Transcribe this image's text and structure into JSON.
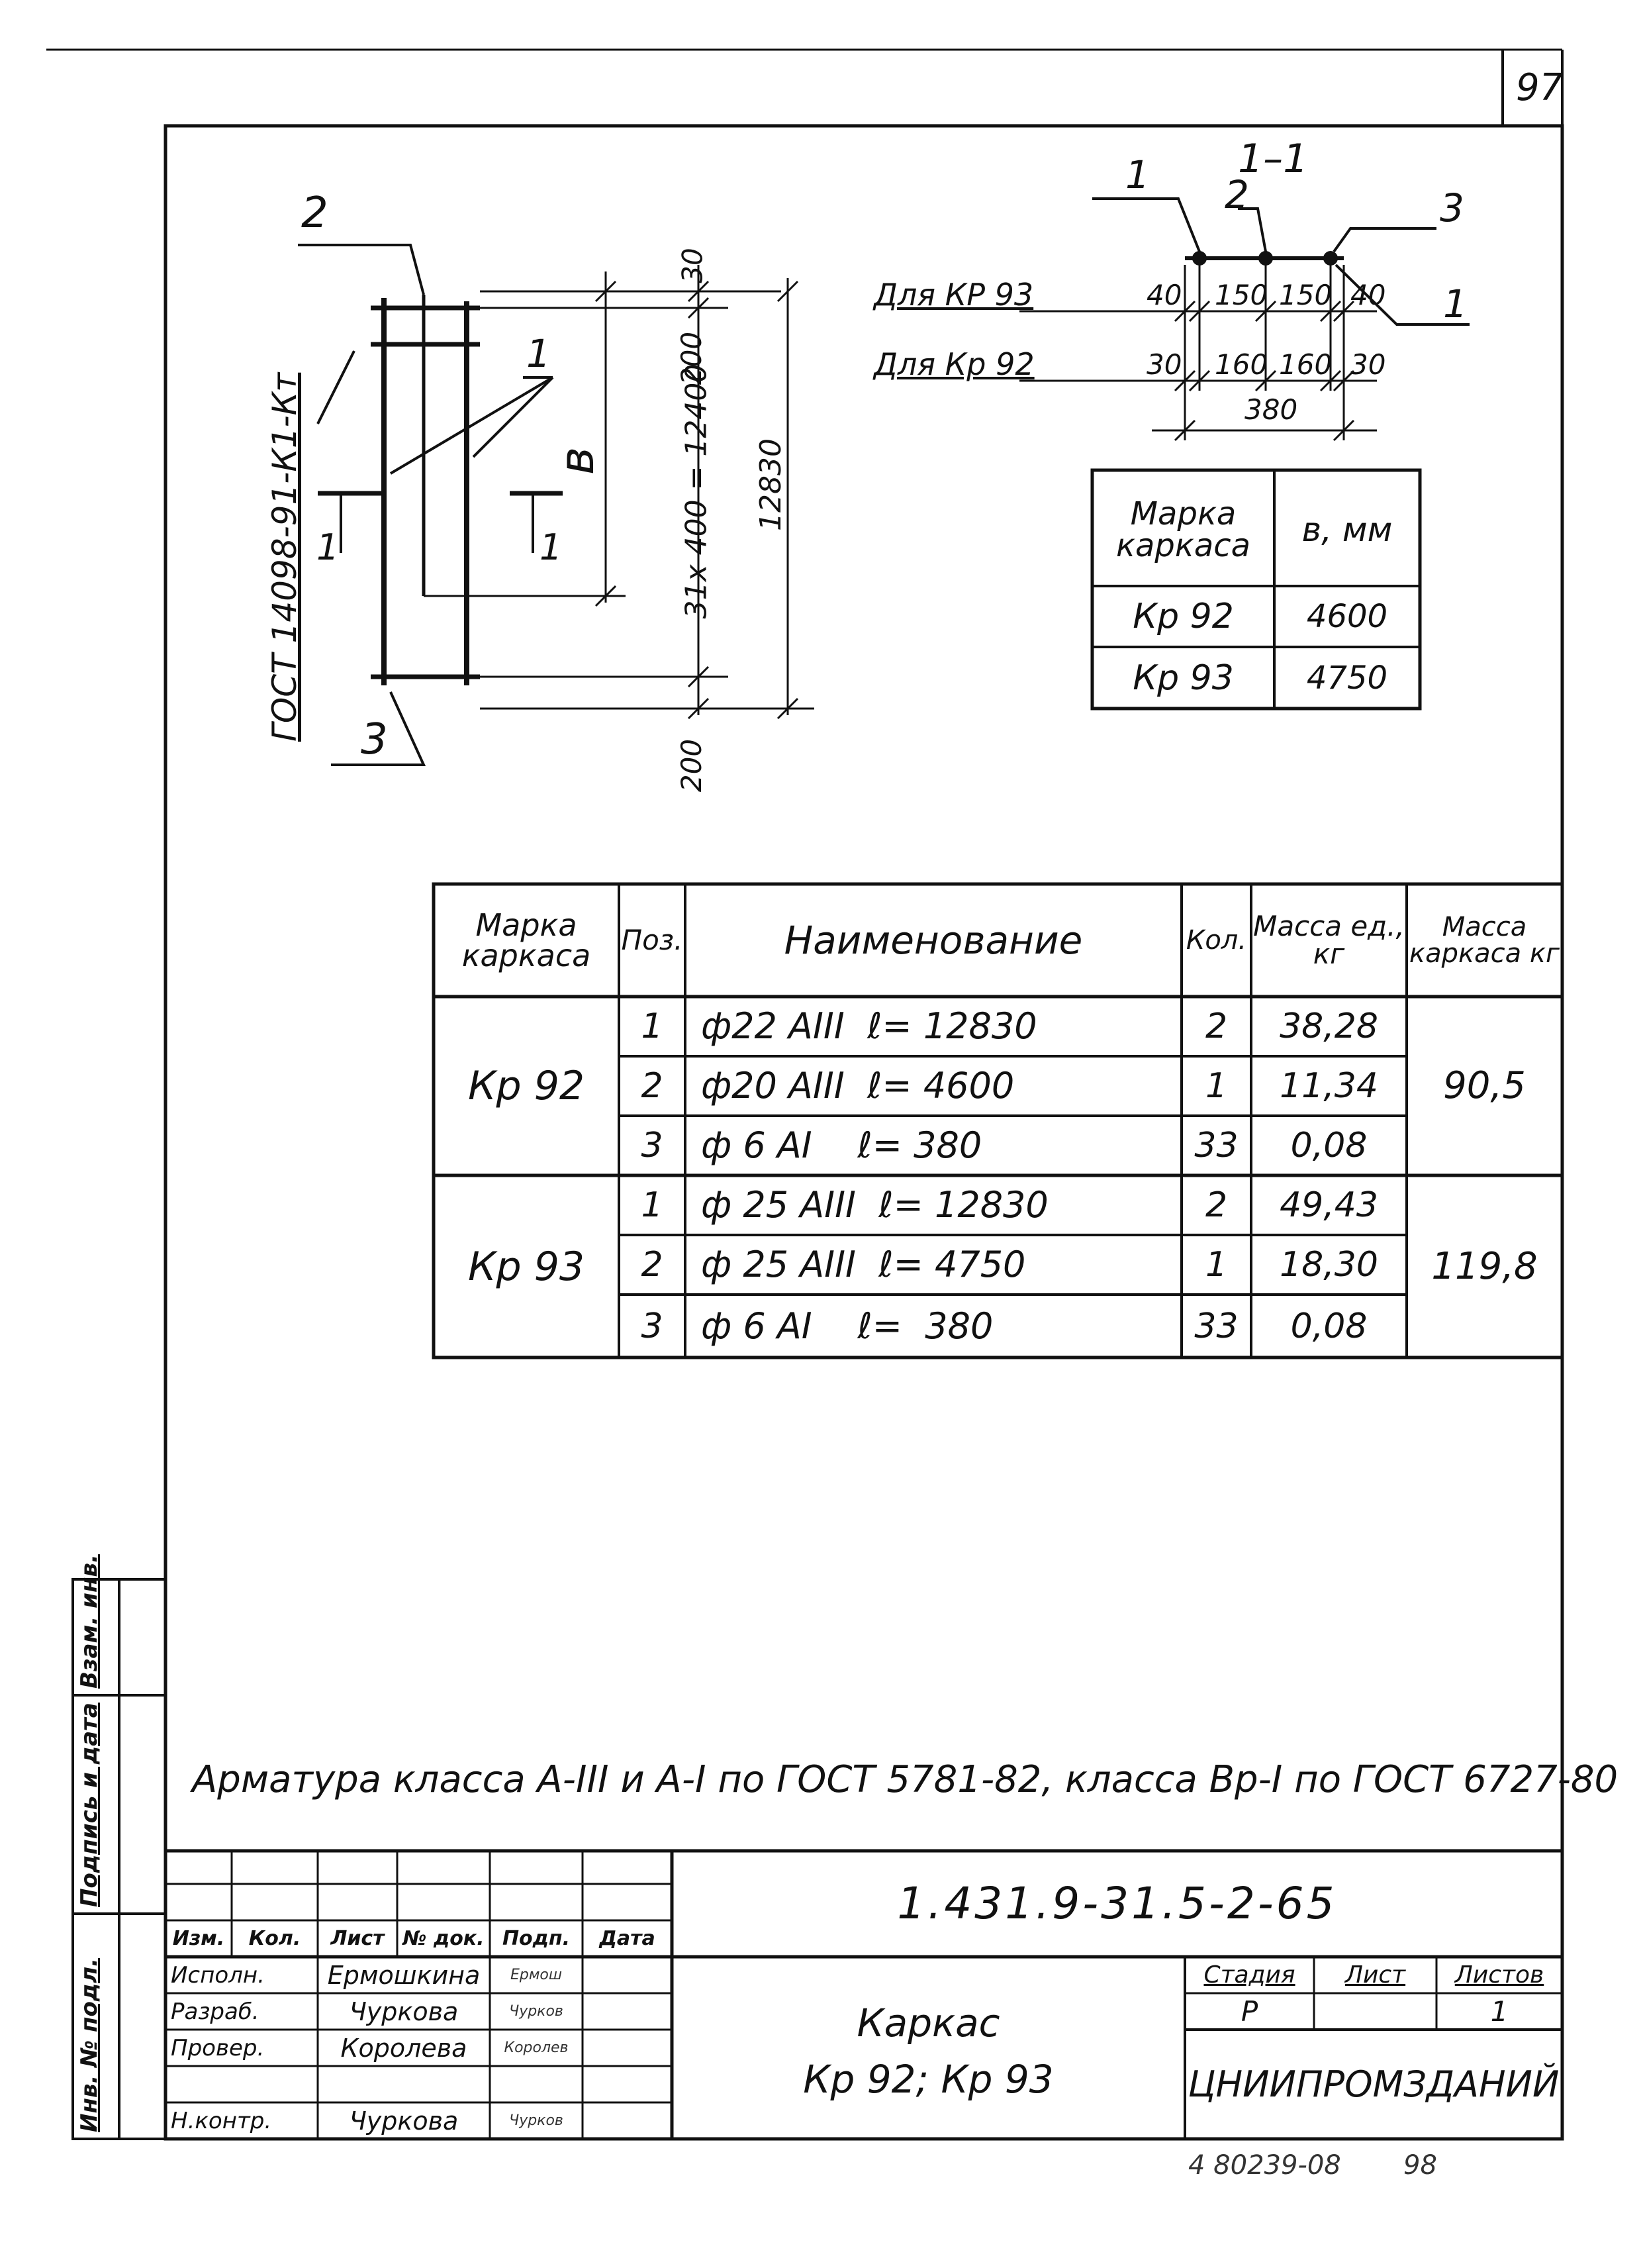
{
  "sheet_number": "97",
  "section_label": "1–1",
  "callouts": {
    "left_2": "2",
    "left_1": "1",
    "left_3": "3",
    "b_letter": "в",
    "section_arrow_left": "1",
    "section_arrow_right": "1",
    "sec_1_left": "1",
    "sec_2": "2",
    "sec_3": "3",
    "sec_1_right": "1"
  },
  "gost_vertical": "ГОСТ 14098-91-К1-Кт",
  "dims_left": {
    "top": "30",
    "upper": "200",
    "main": "31х 400 = 12400",
    "total": "12830",
    "bottom": "200"
  },
  "section_dims": {
    "row1_label": "Для КР 93",
    "row1_values": [
      "40",
      "150",
      "150",
      "40"
    ],
    "row2_label": "Для Кр 92",
    "row2_values": [
      "30",
      "160",
      "160",
      "30"
    ],
    "overall": "380"
  },
  "small_table": {
    "headers": [
      "Марка каркаса",
      "в, мм"
    ],
    "rows": [
      [
        "Кр 92",
        "4600"
      ],
      [
        "Кр 93",
        "4750"
      ]
    ]
  },
  "spec_table": {
    "headers": [
      "Марка каркаса",
      "Поз.",
      "Наименование",
      "Кол.",
      "Масса ед., кг",
      "Масса каркаса кг"
    ],
    "groups": [
      {
        "mark": "Кр 92",
        "total_mass": "90,5",
        "rows": [
          {
            "pos": "1",
            "name": "ф22 АIII  ℓ= 12830",
            "qty": "2",
            "mass": "38,28"
          },
          {
            "pos": "2",
            "name": "ф20 АIII  ℓ= 4600",
            "qty": "1",
            "mass": "11,34"
          },
          {
            "pos": "3",
            "name": "ф 6 АI    ℓ= 380",
            "qty": "33",
            "mass": "0,08"
          }
        ]
      },
      {
        "mark": "Кр 93",
        "total_mass": "119,8",
        "rows": [
          {
            "pos": "1",
            "name": "ф 25 АIII  ℓ= 12830",
            "qty": "2",
            "mass": "49,43"
          },
          {
            "pos": "2",
            "name": "ф 25 АIII  ℓ= 4750",
            "qty": "1",
            "mass": "18,30"
          },
          {
            "pos": "3",
            "name": "ф 6 АI    ℓ=  380",
            "qty": "33",
            "mass": "0,08"
          }
        ]
      }
    ]
  },
  "note": "Арматура класса А-III и А-I по ГОСТ 5781-82, класса Вр-I по ГОСТ 6727-80",
  "side_stamp": [
    "Взам. инв.",
    "Подпись и дата",
    "Инв. № подл."
  ],
  "title_block": {
    "doc_code": "1.431.9-31.5-2-65",
    "col_headers": [
      "Изм.",
      "Кол.",
      "Лист",
      "№ док.",
      "Подп.",
      "Дата"
    ],
    "people": [
      {
        "role": "Исполн.",
        "name": "Ермошкина",
        "sign": "Ермош"
      },
      {
        "role": "Разраб.",
        "name": "Чуркова",
        "sign": "Чурков"
      },
      {
        "role": "Провер.",
        "name": "Королева",
        "sign": "Королев"
      },
      {
        "role": "Н.контр.",
        "name": "Чуркова",
        "sign": "Чурков"
      }
    ],
    "title_line1": "Каркас",
    "title_line2": "Кр 92; Кр 93",
    "stage_header": "Стадия",
    "sheet_header": "Лист",
    "sheets_header": "Листов",
    "stage": "Р",
    "sheet": "",
    "sheets": "1",
    "org": "ЦНИИПРОМЗДАНИЙ"
  },
  "footer_code": "4 80239-08",
  "footer_page": "98"
}
